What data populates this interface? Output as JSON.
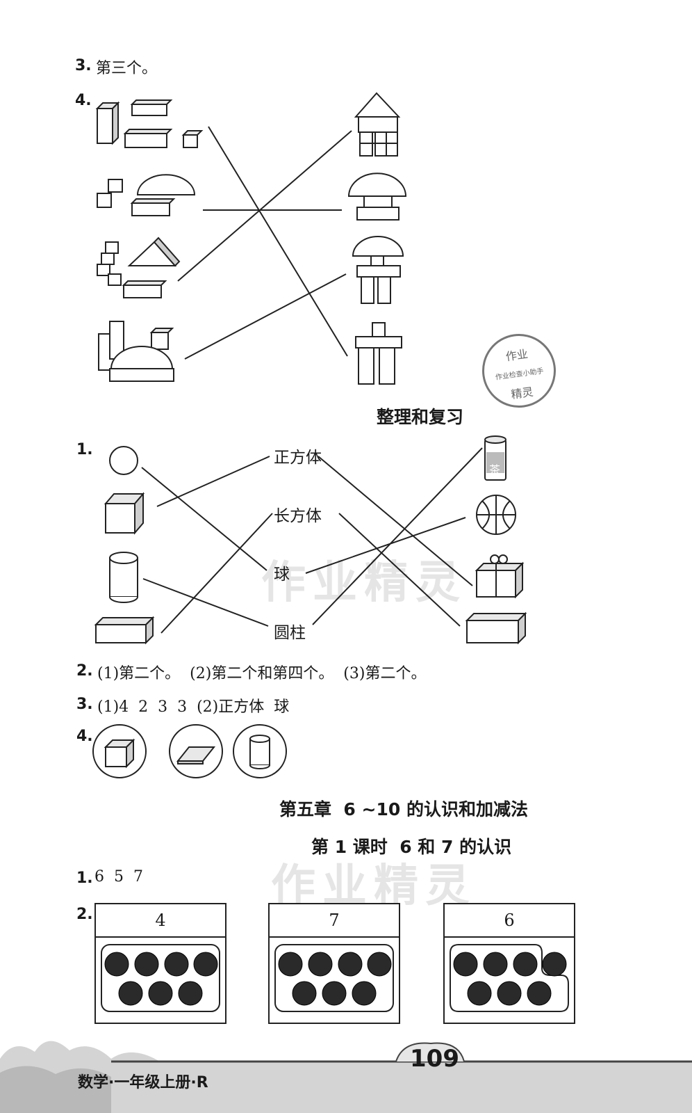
{
  "section_a": {
    "q3_num": "3.",
    "q3_answer": "第三个。",
    "q4_num": "4."
  },
  "review": {
    "title": "整理和复习",
    "q1_num": "1.",
    "labels": [
      "正方体",
      "长方体",
      "球",
      "圆柱"
    ],
    "tea_label": "茶",
    "q2_num": "2.",
    "q2_answer": "(1)第二个。  (2)第二个和第四个。  (3)第二个。",
    "q3_num": "3.",
    "q3_answer": "(1)4  2  3  3  (2)正方体  球",
    "q4_num": "4."
  },
  "chapter": {
    "title": "第五章  6 ~10 的认识和加减法",
    "lesson_title": "第 1 课时  6 和 7 的认识",
    "q1_num": "1.",
    "q1_answer": "6  5  7",
    "q2_num": "2.",
    "boxes": [
      {
        "header": "4"
      },
      {
        "header": "7"
      },
      {
        "header": "6"
      }
    ]
  },
  "watermark": {
    "text": "作业精灵",
    "stamp_line1": "作业",
    "stamp_line2": "作业检查小助手",
    "stamp_line3": "精灵"
  },
  "footer": {
    "book_label": "数学·一年级上册·R",
    "page_number": "109"
  }
}
